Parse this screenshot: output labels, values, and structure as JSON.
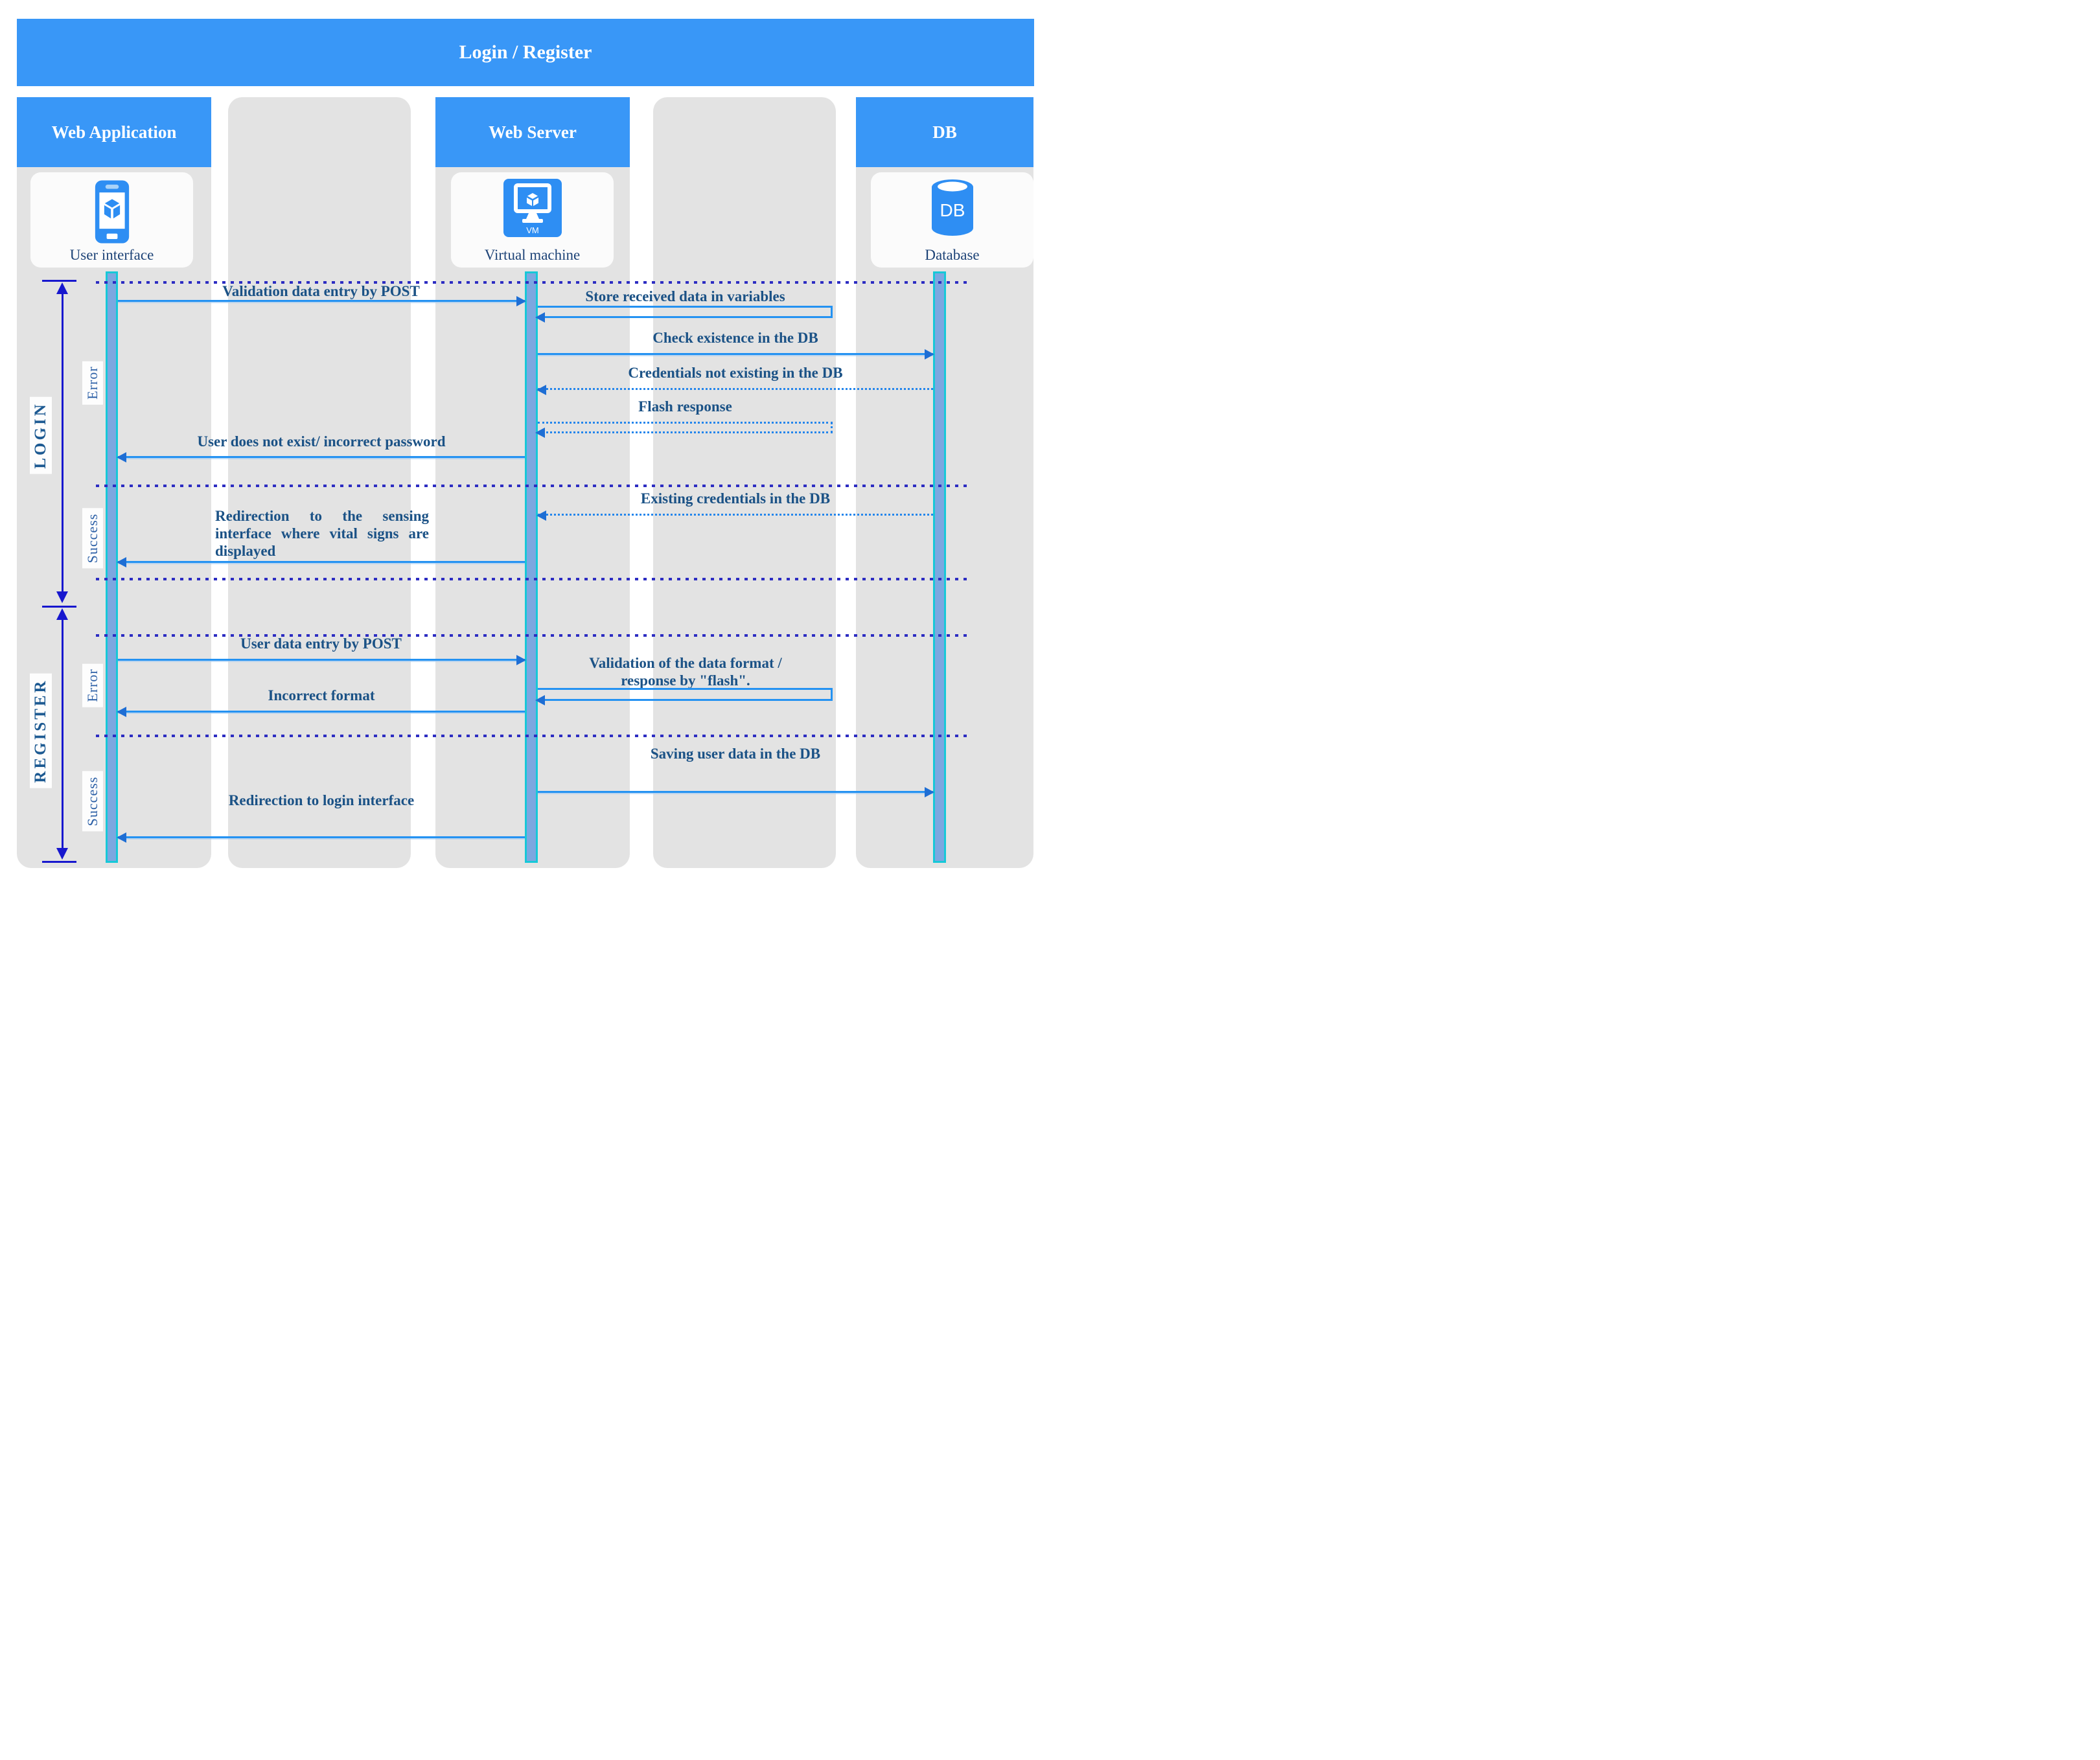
{
  "title": "Login / Register",
  "columns": [
    {
      "header": "Web Application",
      "caption": "User interface",
      "icon": "smartphone-icon"
    },
    {
      "header": "Web Server",
      "caption": "Virtual machine",
      "icon": "virtual-machine-icon",
      "icon_text": "VM"
    },
    {
      "header": "DB",
      "caption": "Database",
      "icon": "database-icon",
      "icon_text": "DB"
    }
  ],
  "sections": [
    {
      "label": "LOGIN",
      "phases": [
        "Error",
        "Success"
      ]
    },
    {
      "label": "REGISTER",
      "phases": [
        "Error",
        "Success"
      ]
    }
  ],
  "messages": [
    {
      "label": "Validation data entry by POST",
      "from": "Web Application",
      "to": "Web Server",
      "line": "solid"
    },
    {
      "label": "Store received data in variables",
      "from": "Web Server",
      "to": "Web Server",
      "line": "solid"
    },
    {
      "label": "Check existence in the DB",
      "from": "Web Server",
      "to": "DB",
      "line": "solid"
    },
    {
      "label": "Credentials not existing in the DB",
      "from": "DB",
      "to": "Web Server",
      "line": "dotted"
    },
    {
      "label": "Flash response",
      "from": "Web Server",
      "to": "Web Server",
      "line": "dotted"
    },
    {
      "label": "User does not exist/ incorrect password",
      "from": "Web Server",
      "to": "Web Application",
      "line": "solid"
    },
    {
      "label": "Existing credentials in the DB",
      "from": "DB",
      "to": "Web Server",
      "line": "dotted"
    },
    {
      "label": "Redirection to the sensing interface where vital signs are displayed",
      "from": "Web Server",
      "to": "Web Application",
      "line": "solid"
    },
    {
      "label": "User data entry by POST",
      "from": "Web Application",
      "to": "Web Server",
      "line": "solid"
    },
    {
      "label": "Validation of the data format / response by \"flash\".",
      "from": "Web Server",
      "to": "Web Server",
      "line": "solid"
    },
    {
      "label": "Incorrect format",
      "from": "Web Server",
      "to": "Web Application",
      "line": "solid"
    },
    {
      "label": "Saving user data in the DB",
      "from": "Web Server",
      "to": "DB",
      "line": "solid"
    },
    {
      "label": "Redirection to login interface",
      "from": "Web Server",
      "to": "Web Application",
      "line": "solid"
    }
  ],
  "colors": {
    "header_blue": "#3997F7",
    "icon_blue": "#2E8EF3",
    "lane_gray": "#E3E3E3",
    "label_navy": "#1B5286",
    "arrow_blue": "#2492F2",
    "separator_indigo": "#2C2CC2",
    "bracket_blue": "#1717CE",
    "activation_fill": "#7CA7E0",
    "activation_border": "#16C8D8"
  }
}
